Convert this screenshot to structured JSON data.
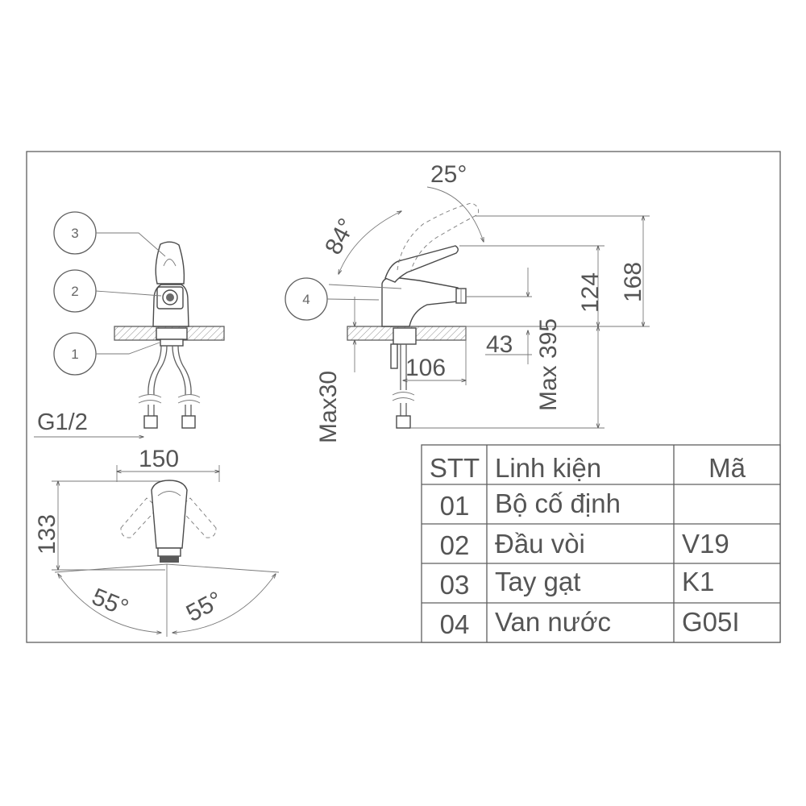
{
  "callouts": [
    "1",
    "2",
    "3",
    "4"
  ],
  "front_view": {
    "thread_label": "G1/2",
    "dim_mount_height": "Max30"
  },
  "side_view": {
    "angle_lever_open": "84°",
    "angle_lever_tilt": "25°",
    "dim_spout_height": "124",
    "dim_total_height": "168",
    "dim_spout_offset": "43",
    "dim_reach": "106",
    "dim_hose_length": "Max 395"
  },
  "top_view": {
    "dim_width": "150",
    "dim_depth": "133",
    "angle_left": "55°",
    "angle_right": "55°"
  },
  "parts_table": {
    "headers": [
      "STT",
      "Linh kiện",
      "Mã"
    ],
    "rows": [
      [
        "01",
        "Bộ cố định",
        ""
      ],
      [
        "02",
        "Đầu vòi",
        "V19"
      ],
      [
        "03",
        "Tay gạt",
        "K1"
      ],
      [
        "04",
        "Van nước",
        "G05I"
      ]
    ]
  }
}
